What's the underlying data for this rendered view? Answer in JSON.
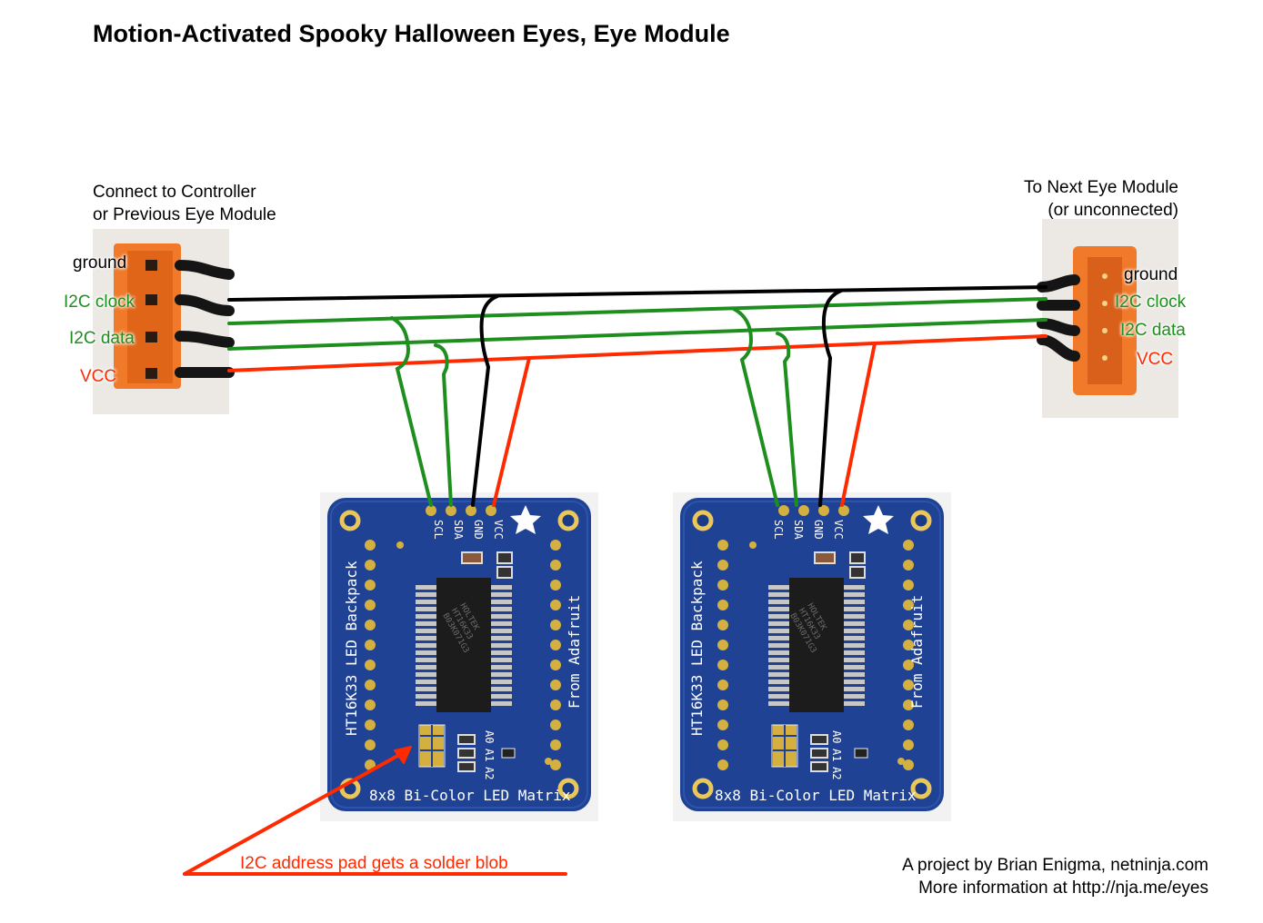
{
  "title": "Motion-Activated Spooky Halloween Eyes, Eye Module",
  "left_connector": {
    "caption": [
      "Connect to Controller",
      "or Previous Eye Module"
    ],
    "pins": [
      {
        "label": "ground",
        "color": "#000000"
      },
      {
        "label": "I2C clock",
        "color": "#1e8f1e"
      },
      {
        "label": "I2C data",
        "color": "#1e8f1e"
      },
      {
        "label": "VCC",
        "color": "#ff2a00"
      }
    ]
  },
  "right_connector": {
    "caption": [
      "To Next Eye Module",
      "(or unconnected)"
    ],
    "pins": [
      {
        "label": "ground",
        "color": "#000000"
      },
      {
        "label": "I2C clock",
        "color": "#1e8f1e"
      },
      {
        "label": "I2C data",
        "color": "#1e8f1e"
      },
      {
        "label": "VCC",
        "color": "#ff2a00"
      }
    ]
  },
  "boards": [
    {
      "pins": [
        "SCL",
        "SDA",
        "GND",
        "VCC"
      ],
      "left_text": "HT16K33 LED Backpack",
      "right_text": "From Adafruit",
      "bottom_text": "8x8 Bi-Color LED Matrix",
      "chip_text": [
        "HOLTEK",
        "HT16K33",
        "B03K071G3"
      ],
      "addr_pads": [
        "A0",
        "A1",
        "A2"
      ]
    },
    {
      "pins": [
        "SCL",
        "SDA",
        "GND",
        "VCC"
      ],
      "left_text": "HT16K33 LED Backpack",
      "right_text": "From Adafruit",
      "bottom_text": "8x8 Bi-Color LED Matrix",
      "chip_text": [
        "HOLTEK",
        "HT16K33",
        "B03K071G3"
      ],
      "addr_pads": [
        "A0",
        "A1",
        "A2"
      ]
    }
  ],
  "annotation": "I2C address pad gets a solder blob",
  "credit": [
    "A project by Brian Enigma, netninja.com",
    "More information at http://nja.me/eyes"
  ],
  "colors": {
    "ground": "#000000",
    "i2c": "#1e8f1e",
    "vcc": "#ff2a00",
    "connector": "#f07a2a",
    "board": "#1e3f8f"
  }
}
